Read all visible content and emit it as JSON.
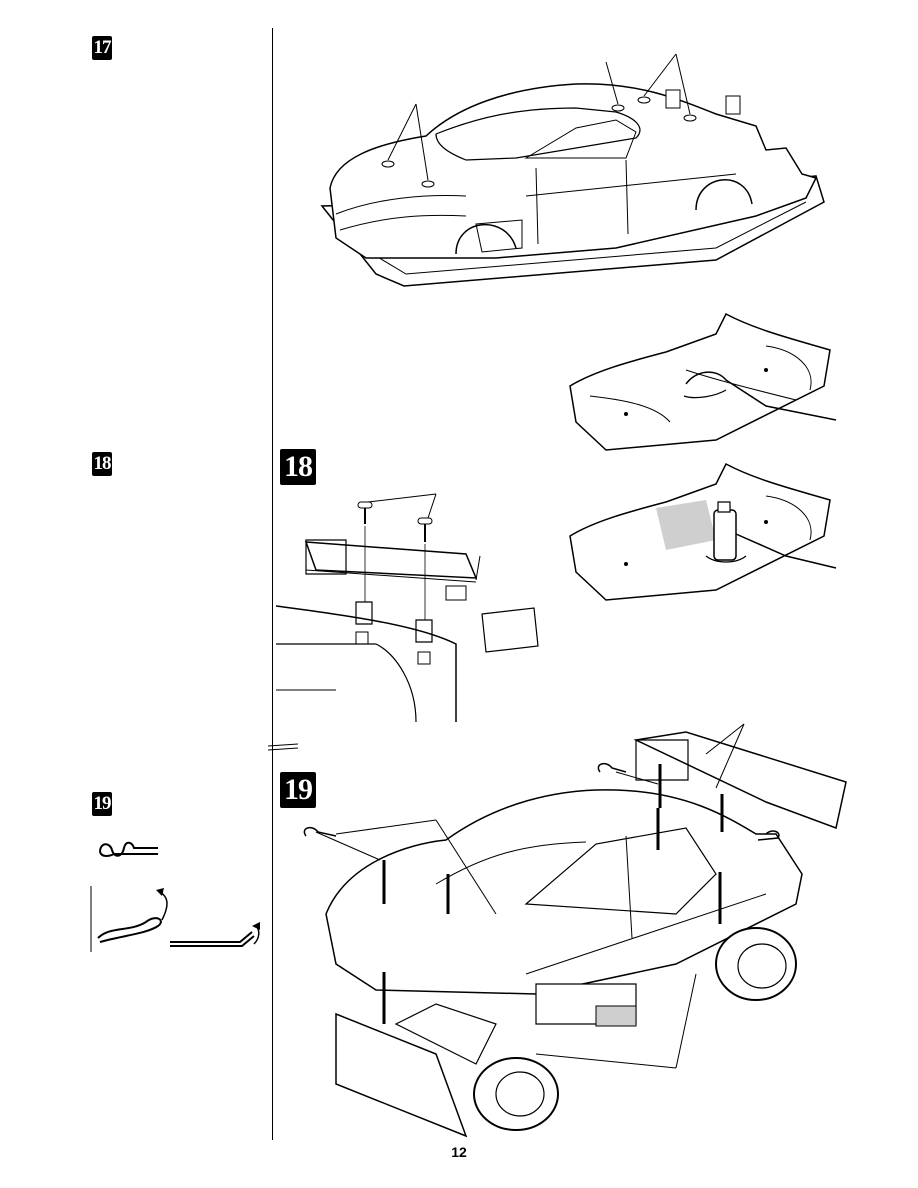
{
  "steps": [
    {
      "number": "17"
    },
    {
      "number": "18"
    },
    {
      "number": "19"
    }
  ],
  "page_number": "12",
  "colors": {
    "ink": "#000000",
    "paper": "#ffffff",
    "shade": "#cfcfcf"
  }
}
